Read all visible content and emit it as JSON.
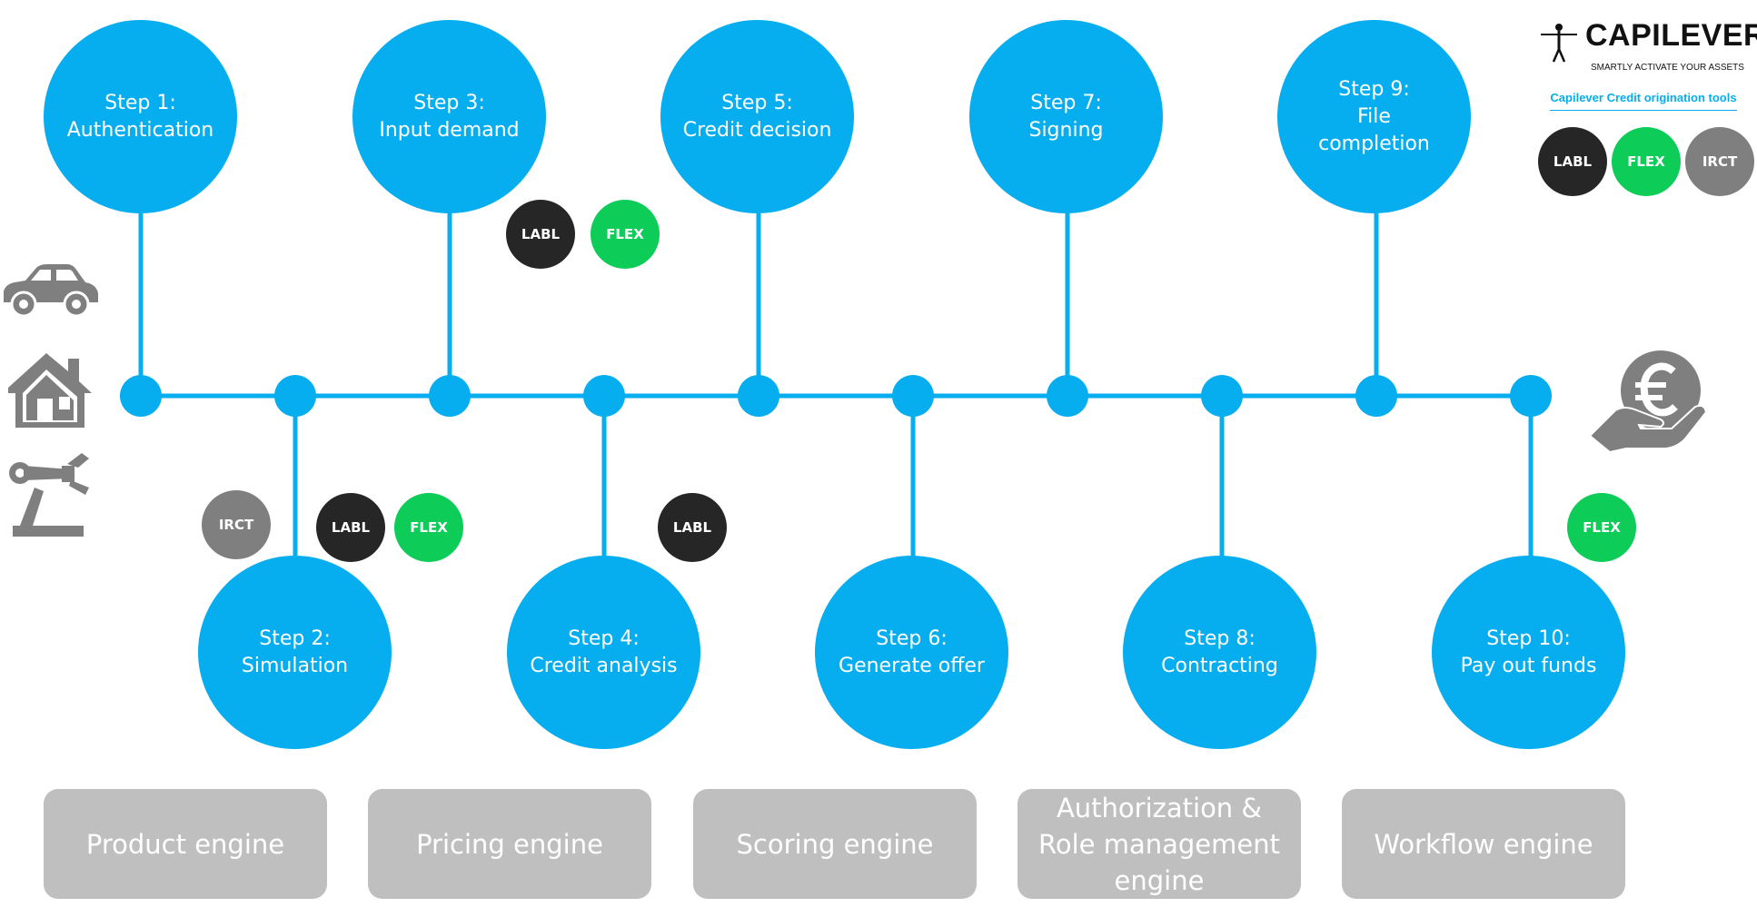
{
  "colors": {
    "step": "#07aeef",
    "labl": "#262626",
    "flex": "#0dcd58",
    "irct": "#7f7f7f",
    "engine": "#bfbfbf",
    "icon": "#7f7f7f"
  },
  "brand": {
    "name": "CAPILEVER",
    "tagline": "SMARTLY ACTIVATE YOUR ASSETS",
    "subtitle": "Capilever Credit origination tools",
    "legend": [
      "LABL",
      "FLEX",
      "IRCT"
    ]
  },
  "steps": [
    {
      "label": "Step 1:\nAuthentication",
      "tools": []
    },
    {
      "label": "Step 2:\nSimulation",
      "tools": [
        "IRCT",
        "LABL",
        "FLEX"
      ]
    },
    {
      "label": "Step 3:\nInput demand",
      "tools": [
        "LABL",
        "FLEX"
      ]
    },
    {
      "label": "Step 4:\nCredit analysis",
      "tools": [
        "LABL"
      ]
    },
    {
      "label": "Step 5:\nCredit decision",
      "tools": []
    },
    {
      "label": "Step 6:\nGenerate offer",
      "tools": []
    },
    {
      "label": "Step 7:\nSigning",
      "tools": []
    },
    {
      "label": "Step 8:\nContracting",
      "tools": []
    },
    {
      "label": "Step 9:\nFile\ncompletion",
      "tools": []
    },
    {
      "label": "Step 10:\nPay out funds",
      "tools": [
        "FLEX"
      ]
    }
  ],
  "engines": [
    "Product engine",
    "Pricing engine",
    "Scoring engine",
    "Authorization &\nRole management\nengine",
    "Workflow engine"
  ],
  "icons": [
    "car-icon",
    "house-icon",
    "robot-arm-icon",
    "euro-hand-icon"
  ]
}
